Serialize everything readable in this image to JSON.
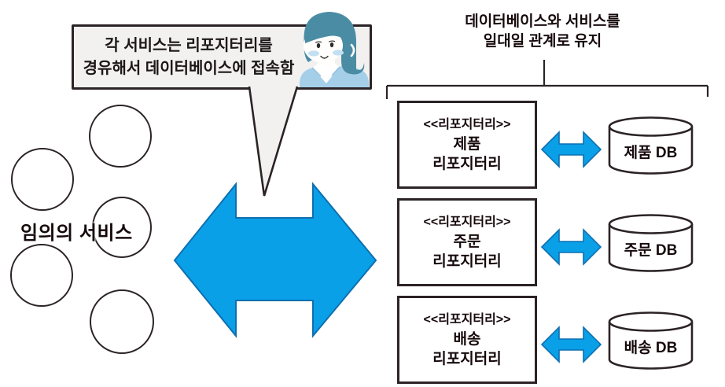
{
  "speech_bubble": {
    "lines": [
      "각 서비스는 리포지터리를",
      "경유해서 데이터베이스에 접속함"
    ]
  },
  "left_group": {
    "label": "임의의 서비스",
    "circle_count": 5
  },
  "header": {
    "lines": [
      "데이터베이스와 서비스를",
      "일대일 관계로 유지"
    ]
  },
  "rows": [
    {
      "stereotype": "<<리포지터리>>",
      "name1": "제품",
      "name2": "리포지터리",
      "db": "제품 DB"
    },
    {
      "stereotype": "<<리포지터리>>",
      "name1": "주문",
      "name2": "리포지터리",
      "db": "주문 DB"
    },
    {
      "stereotype": "<<리포지터리>>",
      "name1": "배송",
      "name2": "리포지터리",
      "db": "배송 DB"
    }
  ],
  "icons": {
    "avatar": "woman-avatar-icon",
    "center_arrow": "double-headed-arrow",
    "row_arrow": "double-headed-arrow",
    "database": "database-cylinder"
  },
  "colors": {
    "arrow_blue": "#09a0e8",
    "arrow_blue_border": "#0e6fb0",
    "ink": "#2b2326",
    "bubble_bg": "#f2f1f0",
    "hair_teal": "#4a8ca4",
    "shirt_blue": "#a5cfe9",
    "blush_blue": "#c2e0f2"
  }
}
